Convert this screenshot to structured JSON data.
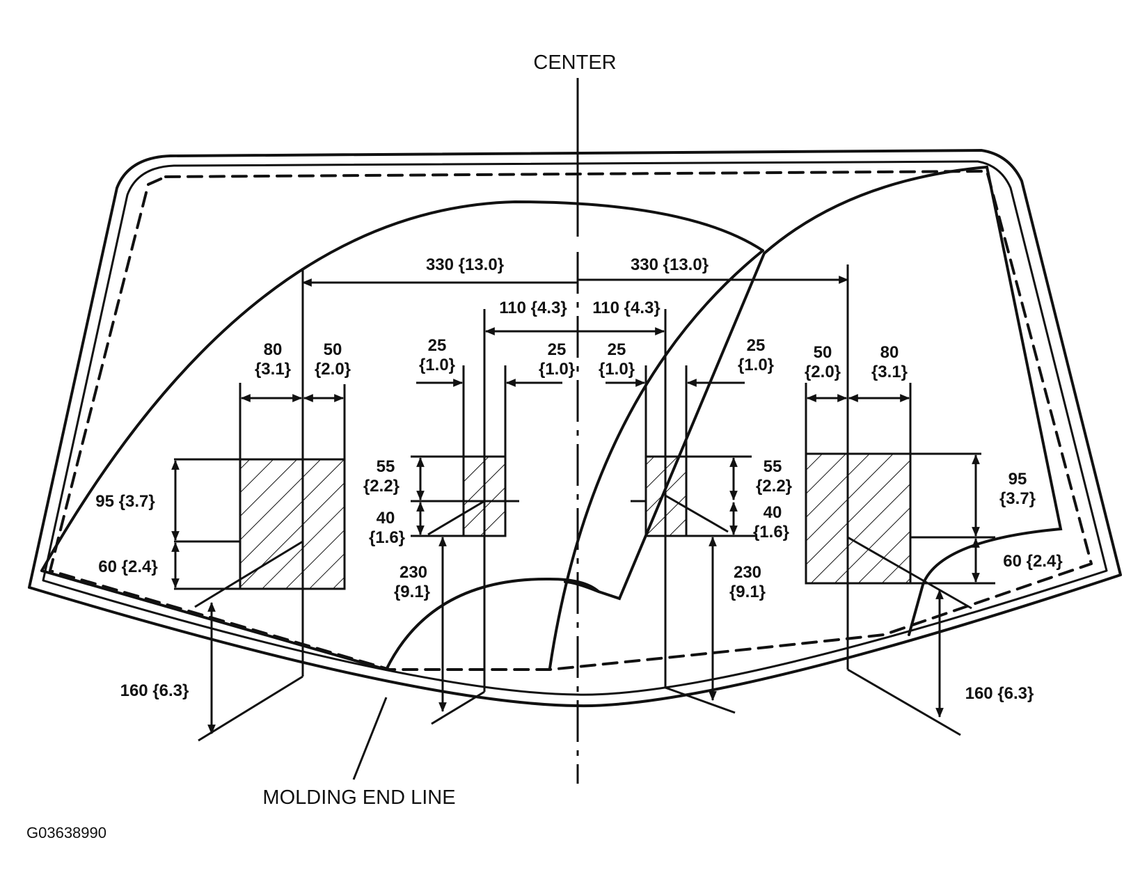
{
  "labels": {
    "center": "CENTER",
    "molding_end_line": "MOLDING END LINE",
    "figure_id": "G03638990"
  },
  "dimensions": {
    "outer_right_span": "330 {13.0}",
    "outer_left_span": "330 {13.0}",
    "inner_left_span": "110 {4.3}",
    "inner_right_span": "110 {4.3}",
    "left_block": {
      "width_outer_mm": "80",
      "width_outer_in": "{3.1}",
      "width_inner_mm": "50",
      "width_inner_in": "{2.0}",
      "height_upper": "95 {3.7}",
      "height_lower": "60 {2.4}",
      "offset_bottom": "160 {6.3}"
    },
    "left_center_block": {
      "width_a_mm": "25",
      "width_a_in": "{1.0}",
      "width_b_mm": "25",
      "width_b_in": "{1.0}",
      "height_upper_mm": "55",
      "height_upper_in": "{2.2}",
      "height_lower_mm": "40",
      "height_lower_in": "{1.6}",
      "offset_bottom_mm": "230",
      "offset_bottom_in": "{9.1}"
    },
    "right_center_block": {
      "width_a_mm": "25",
      "width_a_in": "{1.0}",
      "width_b_mm": "25",
      "width_b_in": "{1.0}",
      "height_upper_mm": "55",
      "height_upper_in": "{2.2}",
      "height_lower_mm": "40",
      "height_lower_in": "{1.6}",
      "offset_bottom_mm": "230",
      "offset_bottom_in": "{9.1}"
    },
    "right_block": {
      "width_inner_mm": "50",
      "width_inner_in": "{2.0}",
      "width_outer_mm": "80",
      "width_outer_in": "{3.1}",
      "height_upper_mm": "95",
      "height_upper_in": "{3.7}",
      "height_lower": "60 {2.4}",
      "offset_bottom": "160 {6.3}"
    }
  },
  "colors": {
    "ink": "#111111",
    "background": "#ffffff"
  }
}
